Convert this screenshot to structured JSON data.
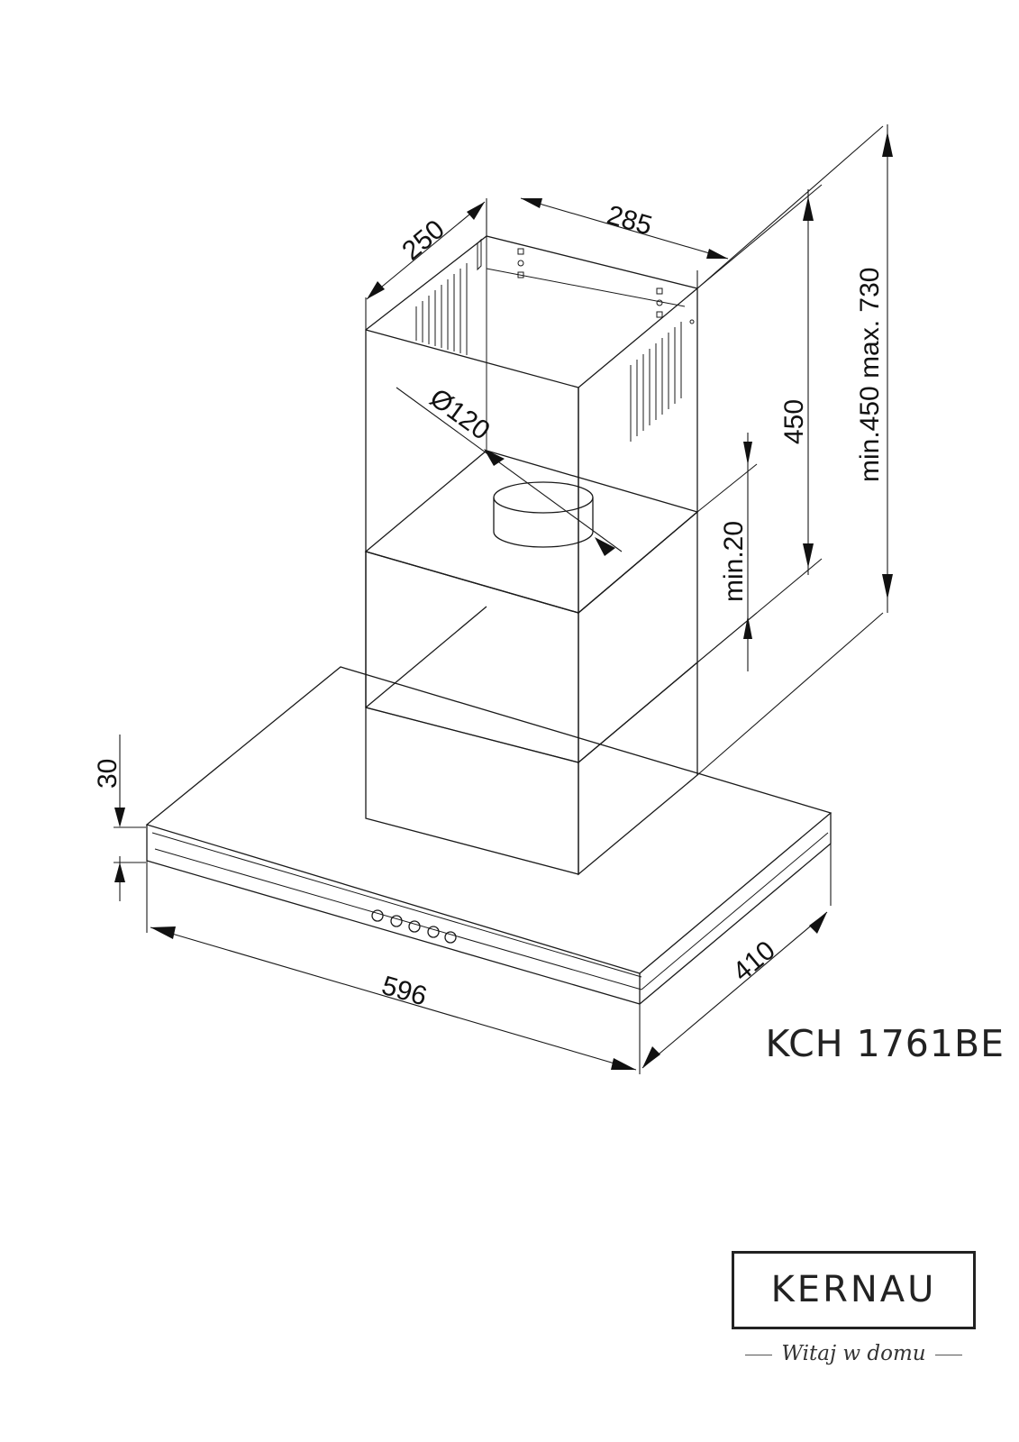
{
  "dimensions": {
    "width": "596",
    "depth": "410",
    "hood_height": "30",
    "chimney_depth": "250",
    "chimney_width": "285",
    "duct_diameter": "Ø120",
    "chimney_range": "450",
    "clearance_top": "min.20",
    "install_range": "min.450 max. 730"
  },
  "product": {
    "model": "KCH 1761BE",
    "brand": "KERNAU",
    "slogan": "Witaj w domu"
  }
}
